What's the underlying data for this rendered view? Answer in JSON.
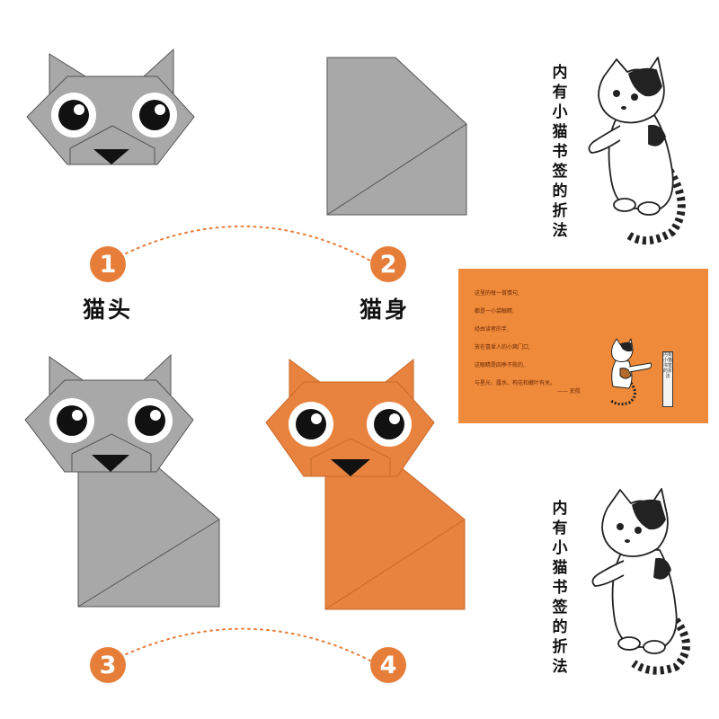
{
  "steps": [
    {
      "number": "1",
      "label": "猫头"
    },
    {
      "number": "2",
      "label": "猫身"
    },
    {
      "number": "3",
      "label": ""
    },
    {
      "number": "4",
      "label": ""
    }
  ],
  "bookmark_title": "内有小猫书签的折法",
  "card": {
    "lines": [
      "这里的每一首情句,",
      "都是一小袋眼睛,",
      "经由读者的手,",
      "放在喜爱人的小窝门口,",
      "这眼睛是四季不败的,",
      "与星光、露水、枸花和嫩叶有关。"
    ],
    "signature": "—— 史航",
    "tag": "内有小猫书签的折法"
  },
  "colors": {
    "gray_paper": "#a6a6a6",
    "orange_paper": "#e67e3a",
    "step_badge": "#e67e3a",
    "connector": "#e67e3a",
    "card": "#ef8a3a"
  }
}
